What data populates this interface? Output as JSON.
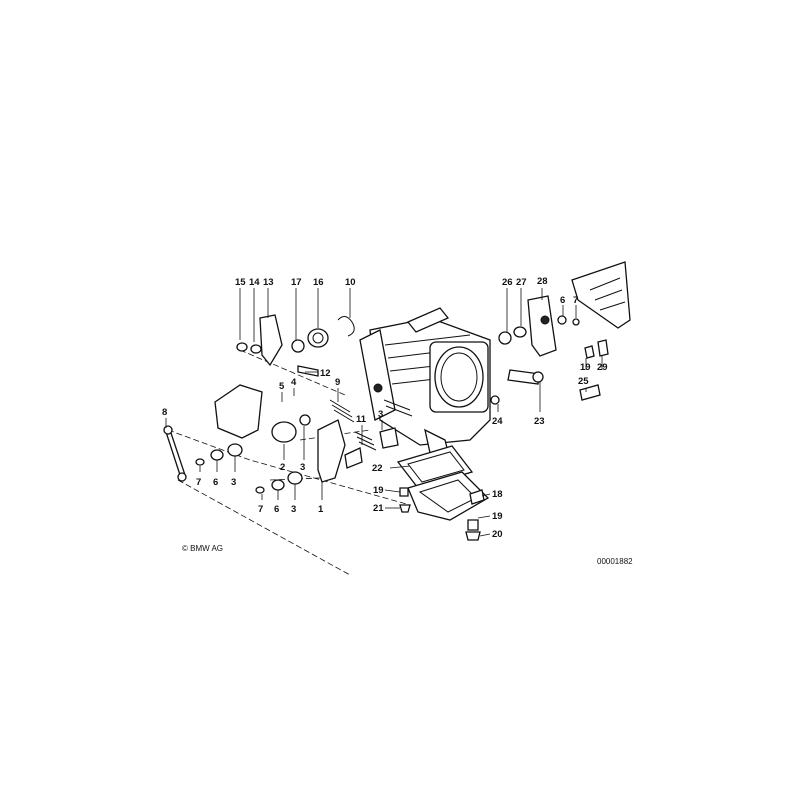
{
  "copyright": "© BMW AG",
  "diagram_id": "00001882",
  "callouts": [
    "15",
    "14",
    "13",
    "17",
    "16",
    "10",
    "26",
    "27",
    "28",
    "6",
    "7",
    "12",
    "5",
    "4",
    "9",
    "19",
    "29",
    "25",
    "8",
    "2",
    "3",
    "11",
    "3",
    "24",
    "23",
    "22",
    "7",
    "6",
    "3",
    "19",
    "18",
    "21",
    "7",
    "6",
    "3",
    "1",
    "19",
    "20"
  ]
}
